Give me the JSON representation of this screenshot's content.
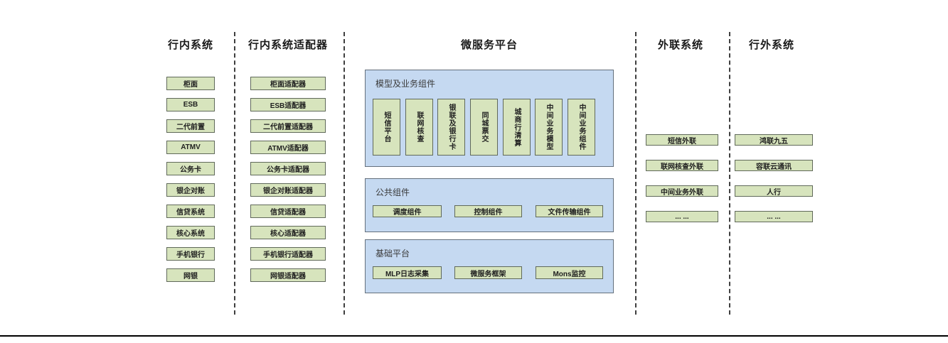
{
  "diagram": {
    "columns": [
      {
        "title": "行内系统",
        "items": [
          "柜面",
          "ESB",
          "二代前置",
          "ATMV",
          "公务卡",
          "银企对账",
          "信贷系统",
          "核心系统",
          "手机银行",
          "网银"
        ]
      },
      {
        "title": "行内系统适配器",
        "items": [
          "柜面适配器",
          "ESB适配器",
          "二代前置适配器",
          "ATMV适配器",
          "公务卡适配器",
          "银企对账适配器",
          "信贷适配器",
          "核心适配器",
          "手机银行适配器",
          "网银适配器"
        ]
      },
      {
        "title": "微服务平台",
        "groups": [
          {
            "title": "模型及业务组件",
            "items": [
              "短信平台",
              "联网核查",
              "银联及银行卡",
              "同城票交",
              "城商行清算",
              "中间业务模型",
              "中间业务组件"
            ]
          },
          {
            "title": "公共组件",
            "items": [
              "调度组件",
              "控制组件",
              "文件传输组件"
            ]
          },
          {
            "title": "基础平台",
            "items": [
              "MLP日志采集",
              "微服务框架",
              "Mons监控"
            ]
          }
        ]
      },
      {
        "title": "外联系统",
        "items": [
          "短信外联",
          "联网核查外联",
          "中间业务外联",
          "... ..."
        ]
      },
      {
        "title": "行外系统",
        "items": [
          "鸿联九五",
          "容联云通讯",
          "人行",
          "... ..."
        ]
      }
    ],
    "colors": {
      "box_green_fill": "#d7e4bd",
      "box_green_border": "#60695a",
      "panel_blue_fill": "#c5d9f1",
      "panel_blue_border": "#64707c",
      "separator": "#3f3f3f",
      "bottom_rule": "#000000"
    }
  }
}
